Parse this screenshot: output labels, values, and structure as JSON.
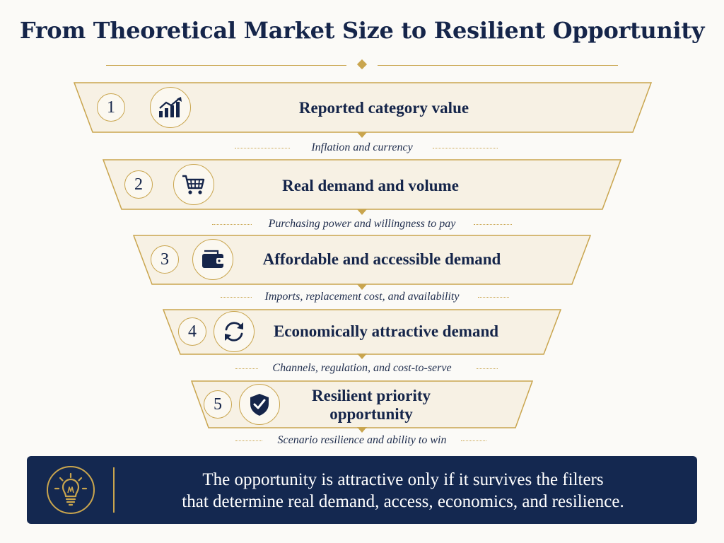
{
  "title": "From Theoretical Market Size to Resilient Opportunity",
  "stages": [
    {
      "number": "1",
      "label": "Reported category value",
      "icon": "growth-chart-icon"
    },
    {
      "number": "2",
      "label": "Real demand and volume",
      "icon": "shopping-cart-icon"
    },
    {
      "number": "3",
      "label": "Affordable and accessible demand",
      "icon": "wallet-icon"
    },
    {
      "number": "4",
      "label": "Economically attractive demand",
      "icon": "refresh-cycle-icon"
    },
    {
      "number": "5",
      "label_line1": "Resilient priority",
      "label_line2": "opportunity",
      "icon": "shield-check-icon"
    }
  ],
  "filters": [
    "Inflation and currency",
    "Purchasing power and willingness to pay",
    "Imports, replacement cost, and availability",
    "Channels, regulation, and cost-to-serve",
    "Scenario resilience and ability to win"
  ],
  "conclusion": {
    "icon": "lightbulb-icon",
    "line1": "The opportunity is attractive only if it survives the filters",
    "line2": "that determine real demand, access, economics, and resilience."
  },
  "colors": {
    "navy": "#15254a",
    "gold": "#c9a54e",
    "stage_fill": "#f7f1e4",
    "banner": "#142850"
  }
}
